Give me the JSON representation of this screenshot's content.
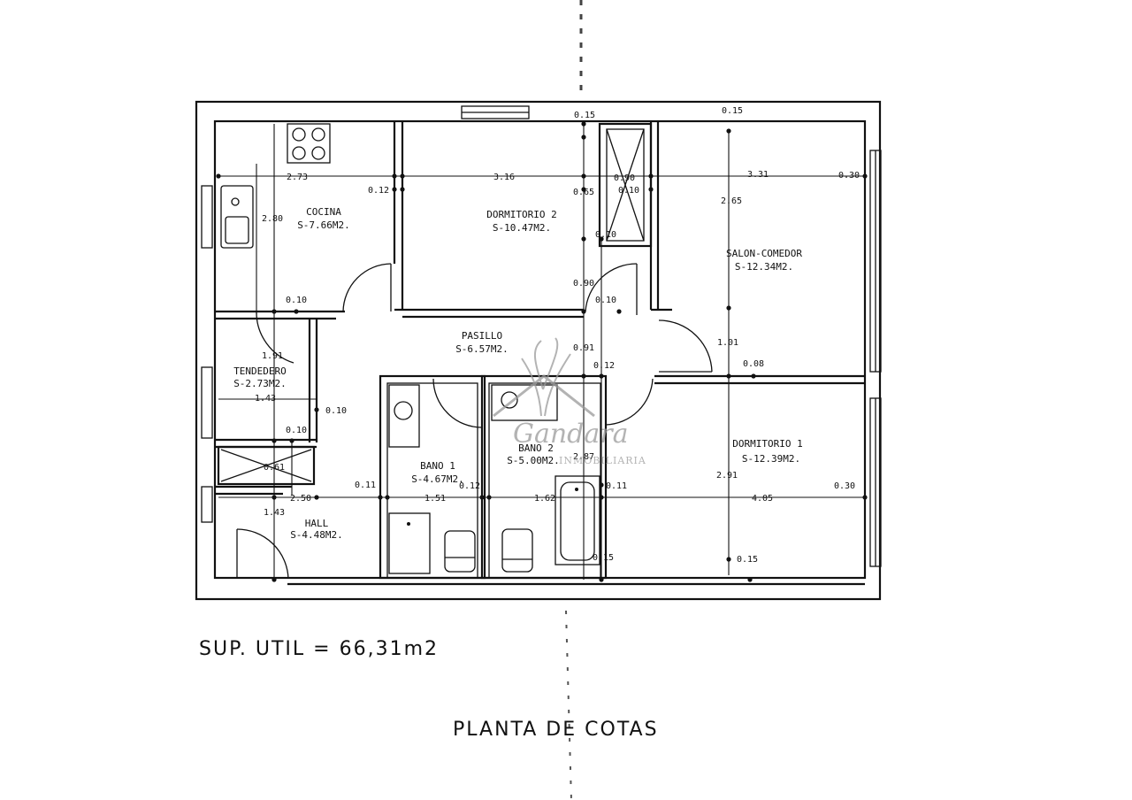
{
  "rooms": {
    "cocina": {
      "name": "COCINA",
      "area": "S-7.66M2."
    },
    "dormitorio2": {
      "name": "DORMITORIO 2",
      "area": "S-10.47M2."
    },
    "salon": {
      "name": "SALON-COMEDOR",
      "area": "S-12.34M2."
    },
    "pasillo": {
      "name": "PASILLO",
      "area": "S-6.57M2."
    },
    "tendedero": {
      "name": "TENDEDERO",
      "area": "S-2.73M2."
    },
    "bano1": {
      "name": "BANO 1",
      "area": "S-4.67M2."
    },
    "bano2": {
      "name": "BANO 2",
      "area": "S-5.00M2."
    },
    "dormitorio1": {
      "name": "DORMITORIO 1",
      "area": "S-12.39M2."
    },
    "hall": {
      "name": "HALL",
      "area": "S-4.48M2."
    }
  },
  "dims": {
    "d_273": "2.73",
    "d_012a": "0.12",
    "d_316": "3.16",
    "d_015a": "0.15",
    "d_065": "0.65",
    "d_090a": "0.90",
    "d_010a": "0.10",
    "d_015b": "0.15",
    "d_331": "3.31",
    "d_030a": "0.30",
    "d_280": "2.80",
    "d_265": "2.65",
    "d_010b": "0.10",
    "d_090b": "0.90",
    "d_010c": "0.10",
    "d_010d": "0.10",
    "d_101": "1.01",
    "d_191": "1.91",
    "d_091": "0.91",
    "d_012b": "0.12",
    "d_008": "0.08",
    "d_143a": "1.43",
    "d_010e": "0.10",
    "d_010f": "0.10",
    "d_061": "0.61",
    "d_287": "2.87",
    "d_291": "2.91",
    "d_250": "2.50",
    "d_011a": "0.11",
    "d_151": "1.51",
    "d_012c": "0.12",
    "d_162": "1.62",
    "d_011b": "0.11",
    "d_405": "4.05",
    "d_030b": "0.30",
    "d_143b": "1.43",
    "d_015c": "0.15",
    "d_015d": "0.15"
  },
  "footer": {
    "sup_util": "SUP. UTIL = 66,31m2",
    "title": "PLANTA DE COTAS"
  },
  "watermark": {
    "brand": "Gandara",
    "sub": "INMOBILIARIA"
  }
}
